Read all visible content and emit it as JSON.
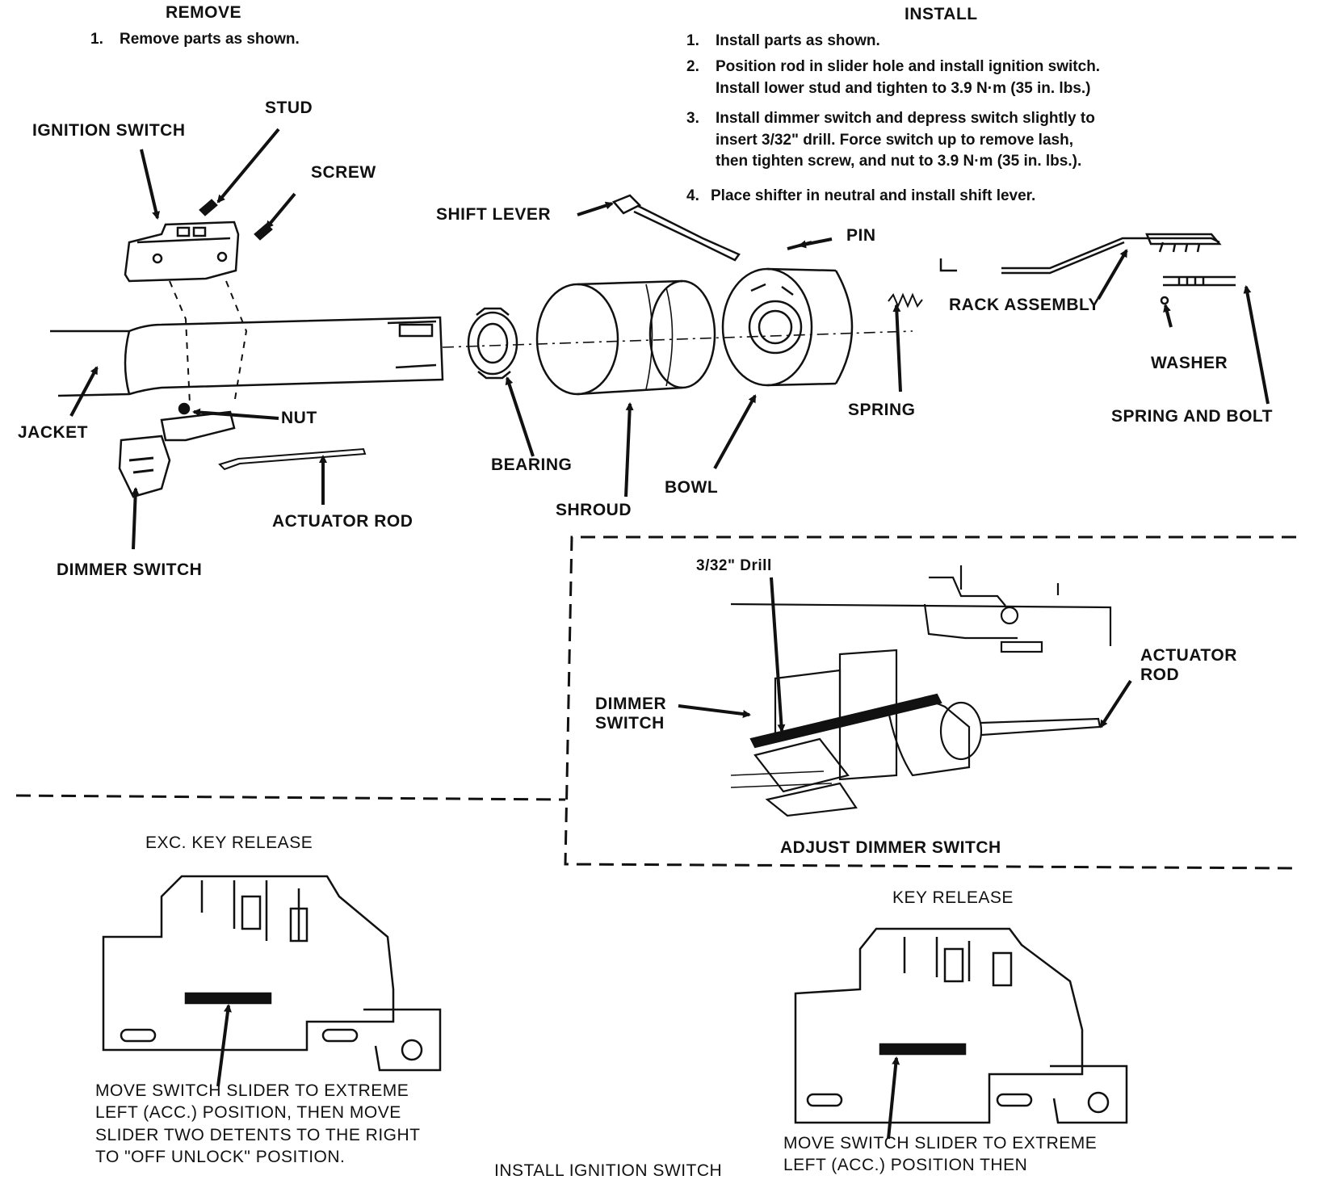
{
  "remove": {
    "heading": "REMOVE",
    "steps": [
      {
        "num": "1.",
        "text": "Remove parts as shown."
      }
    ]
  },
  "install": {
    "heading": "INSTALL",
    "steps": [
      {
        "num": "1.",
        "text": "Install parts as shown."
      },
      {
        "num": "2.",
        "text": "Position rod in slider hole and install ignition switch.\nInstall lower stud and tighten to 3.9 N·m (35 in. lbs.)"
      },
      {
        "num": "3.",
        "text": "Install dimmer switch and depress switch slightly to\ninsert 3/32\" drill. Force switch up to remove lash,\nthen tighten screw, and nut to 3.9 N·m (35 in. lbs.)."
      },
      {
        "num": "4.",
        "text": "Place shifter in neutral and install shift lever."
      }
    ]
  },
  "labels": {
    "stud": "STUD",
    "ignition_switch": "IGNITION SWITCH",
    "screw": "SCREW",
    "shift_lever": "SHIFT LEVER",
    "pin": "PIN",
    "rack_assembly": "RACK ASSEMBLY",
    "washer": "WASHER",
    "spring": "SPRING",
    "spring_and_bolt": "SPRING AND BOLT",
    "jacket": "JACKET",
    "nut": "NUT",
    "bearing": "BEARING",
    "shroud": "SHROUD",
    "bowl": "BOWL",
    "actuator_rod": "ACTUATOR ROD",
    "dimmer_switch": "DIMMER SWITCH"
  },
  "adjust": {
    "drill": "3/32\" Drill",
    "dimmer_switch": "DIMMER\nSWITCH",
    "actuator_rod": "ACTUATOR\nROD",
    "caption": "ADJUST DIMMER SWITCH"
  },
  "exc_key": {
    "title": "EXC. KEY RELEASE",
    "instructions": "MOVE SWITCH SLIDER TO EXTREME\nLEFT (ACC.) POSITION, THEN MOVE\nSLIDER TWO DETENTS TO THE RIGHT\nTO \"OFF UNLOCK\" POSITION."
  },
  "key_release": {
    "title": "KEY RELEASE",
    "instructions": "MOVE SWITCH SLIDER TO EXTREME\nLEFT (ACC.) POSITION THEN"
  },
  "footer": "INSTALL IGNITION SWITCH"
}
